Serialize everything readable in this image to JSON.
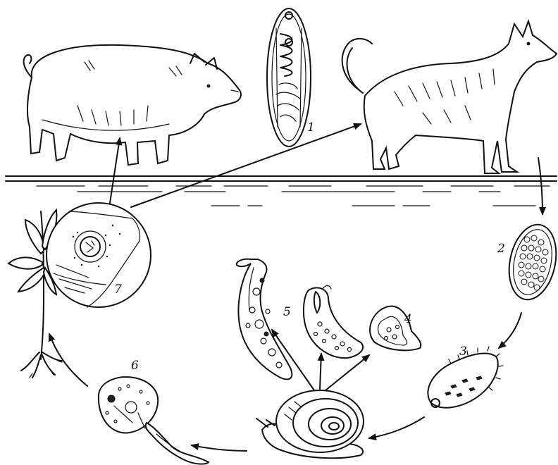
{
  "stages": [
    {
      "id": "adult-fluke",
      "label": "1"
    },
    {
      "id": "egg",
      "label": "2"
    },
    {
      "id": "miracidium",
      "label": "3"
    },
    {
      "id": "redia",
      "label": "4"
    },
    {
      "id": "sporocyst",
      "label": "5"
    },
    {
      "id": "cercaria",
      "label": "6"
    },
    {
      "id": "metacercaria-cyst",
      "label": "7"
    }
  ],
  "hosts": [
    "pig",
    "dog",
    "snail",
    "plant"
  ],
  "colors": {
    "ink": "#111111",
    "paper": "#ffffff"
  }
}
